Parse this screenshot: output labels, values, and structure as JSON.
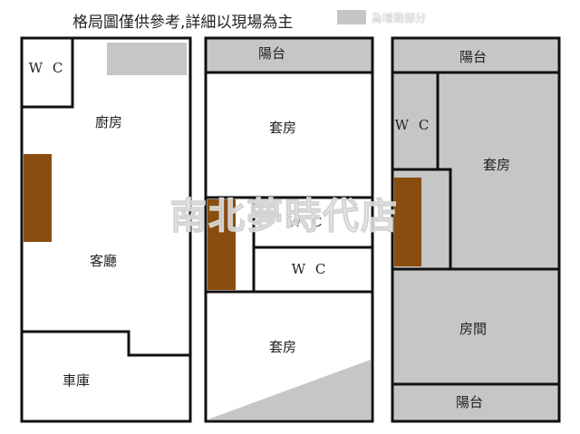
{
  "header": {
    "note": "格局圖僅供參考,詳細以現場為主",
    "legend_label": "為增建部分"
  },
  "colors": {
    "extension_gray": "#c6c6c6",
    "stair_brown": "#8a4d10",
    "wall": "#111111"
  },
  "floor1": {
    "wc": "W C",
    "kitchen": "廚房",
    "living_room": "客廳",
    "garage": "車庫"
  },
  "floor2": {
    "balcony": "陽台",
    "suite_top": "套房",
    "wc_upper": "W C",
    "wc_lower": "W C",
    "suite_bottom": "套房"
  },
  "floor3": {
    "balcony_top": "陽台",
    "wc": "W C",
    "suite": "套房",
    "room": "房間",
    "balcony_bottom": "陽台"
  },
  "watermark": "南北夢時代店"
}
